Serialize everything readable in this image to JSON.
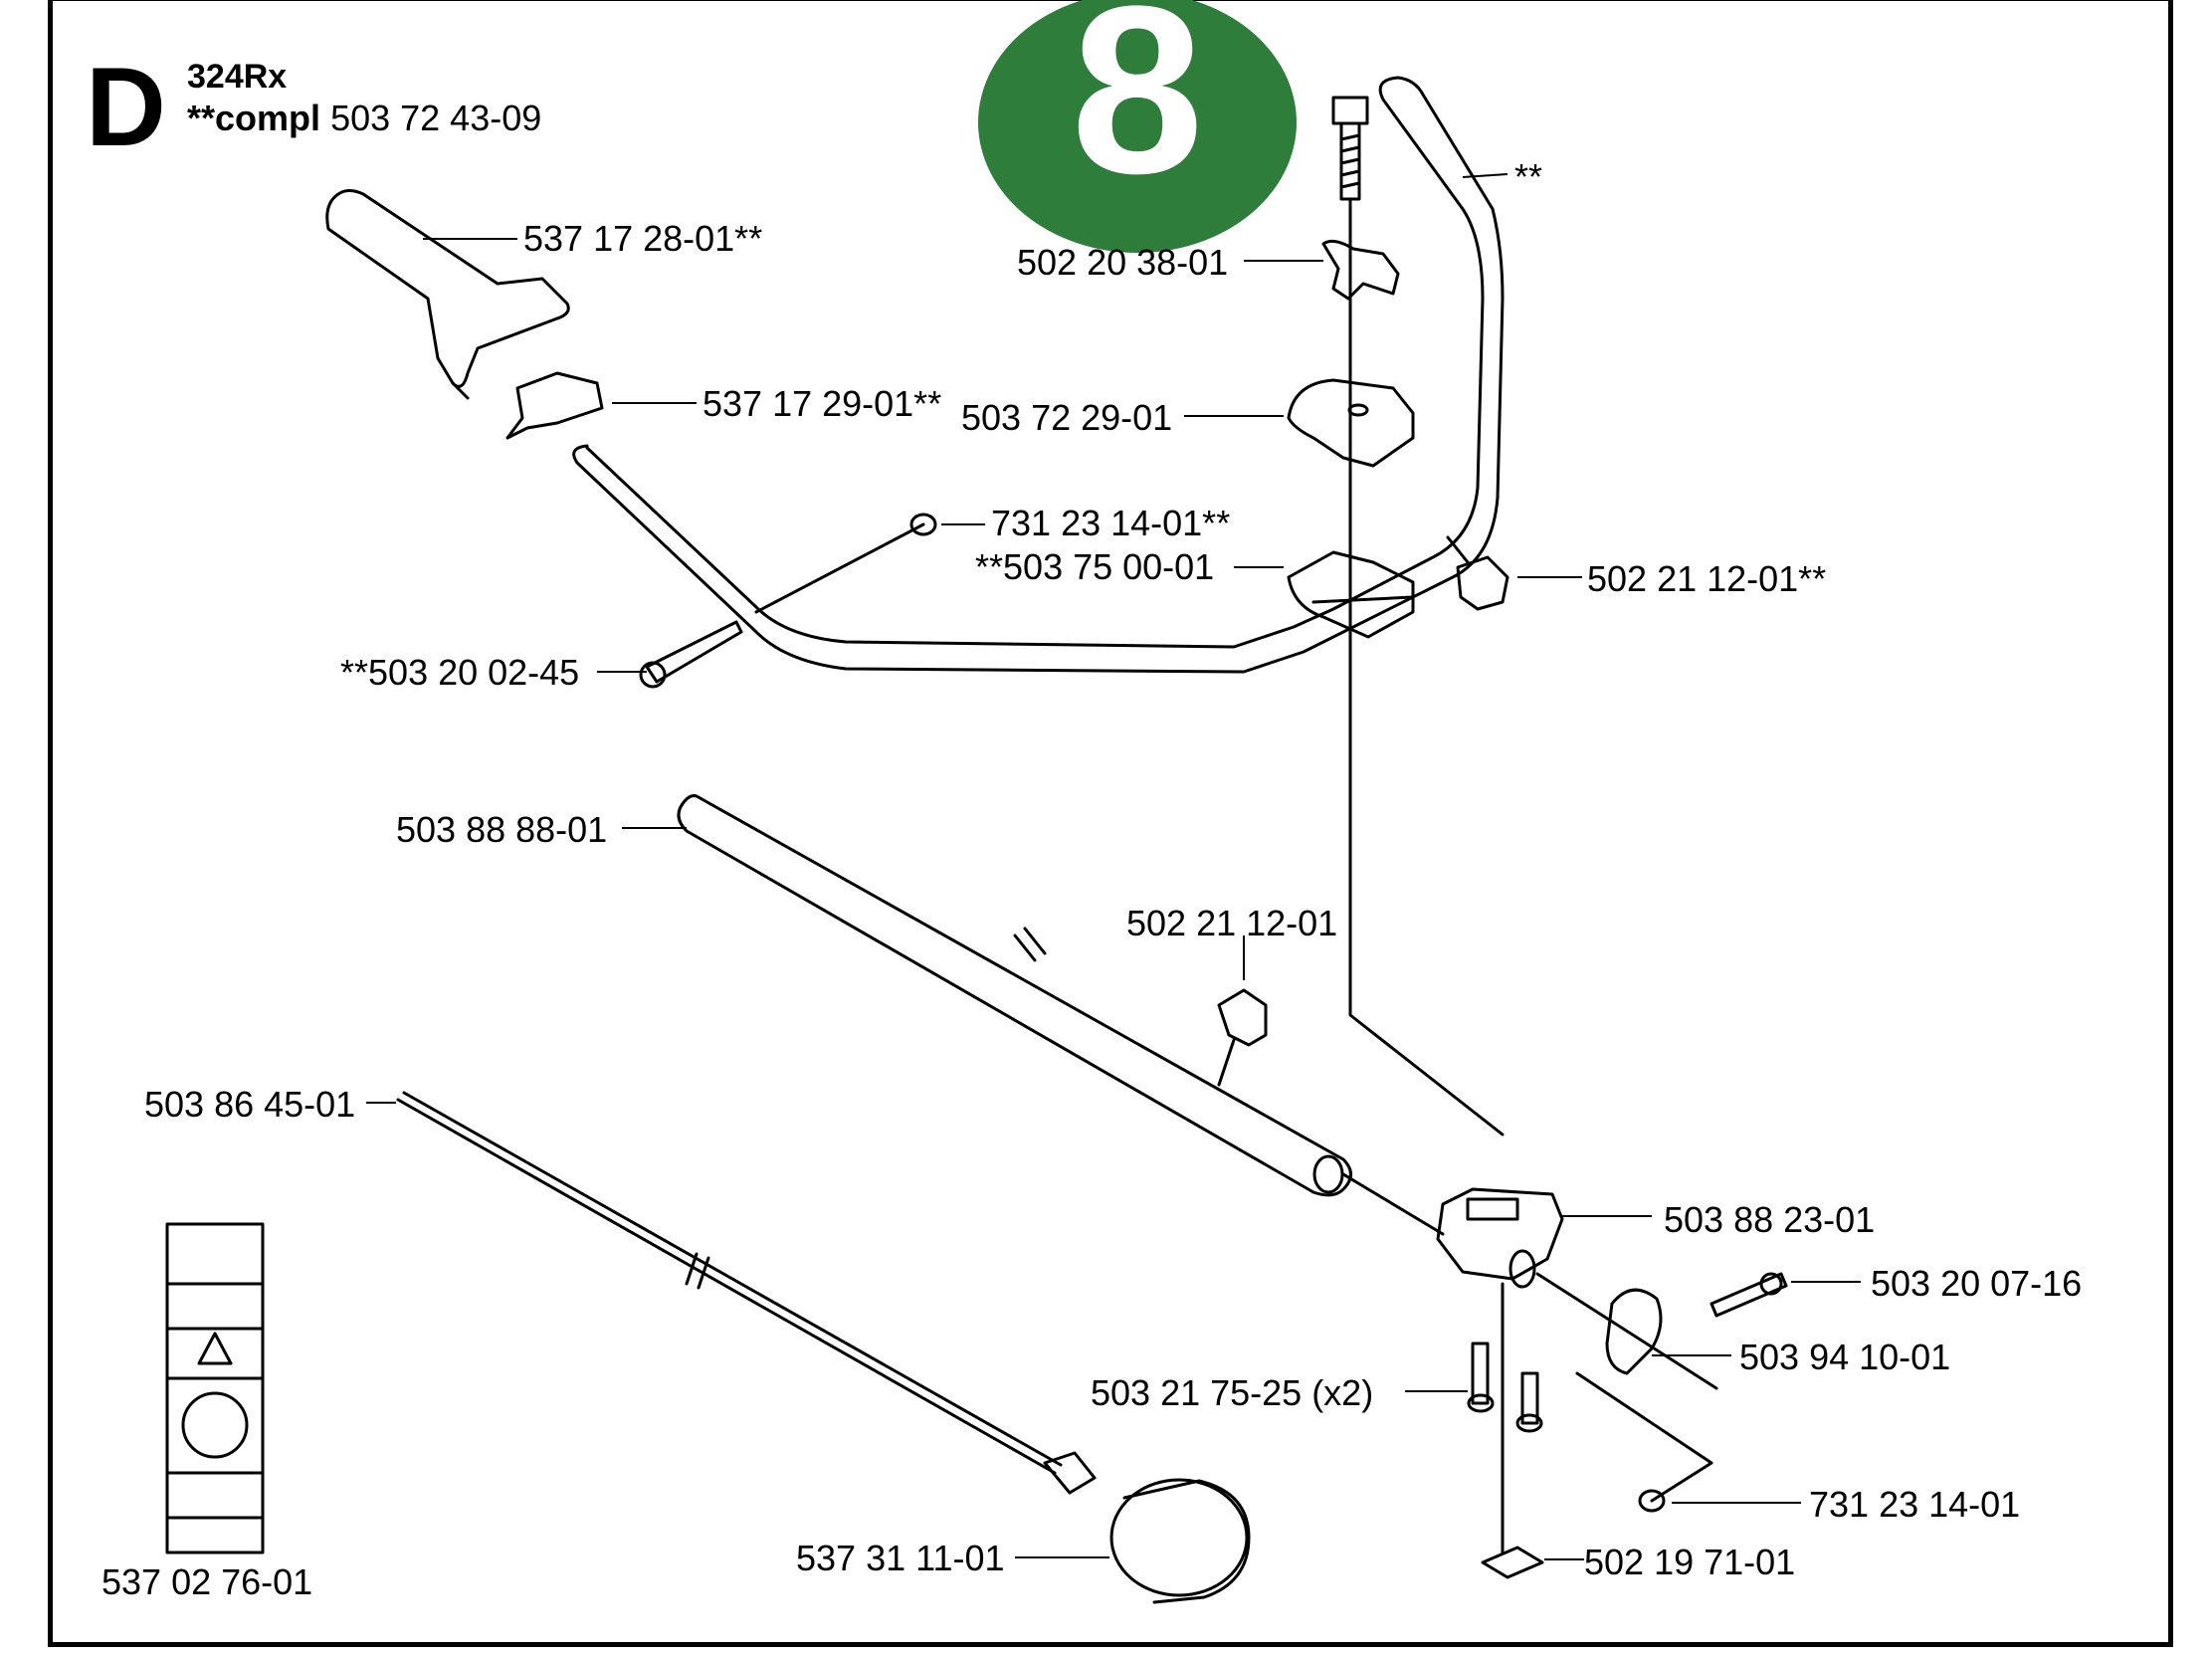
{
  "header": {
    "section_letter": "D",
    "model": "324Rx",
    "compl_prefix": "**compl",
    "compl_number": "503 72 43-09",
    "badge_number": "8"
  },
  "colors": {
    "badge": "#2e7d3a",
    "line": "#000000"
  },
  "parts": {
    "p1": "537 17 28-01**",
    "p2": "537 17 29-01**",
    "p3": "502 20 38-01",
    "p4": "503 72 29-01",
    "p5": "731 23 14-01**",
    "p6": "**503 75 00-01",
    "p7": "502 21 12-01**",
    "p8": "**503 20 02-45",
    "p9": "**",
    "p10": "503 88 88-01",
    "p11": "502 21 12-01",
    "p12": "503 86 45-01",
    "p13": "503 88 23-01",
    "p14": "503 20 07-16",
    "p15": "503 94 10-01",
    "p16": "503 21 75-25 (x2)",
    "p17": "731 23 14-01",
    "p18": "502 19 71-01",
    "p19": "537 31 11-01",
    "p20": "537 02 76-01"
  }
}
